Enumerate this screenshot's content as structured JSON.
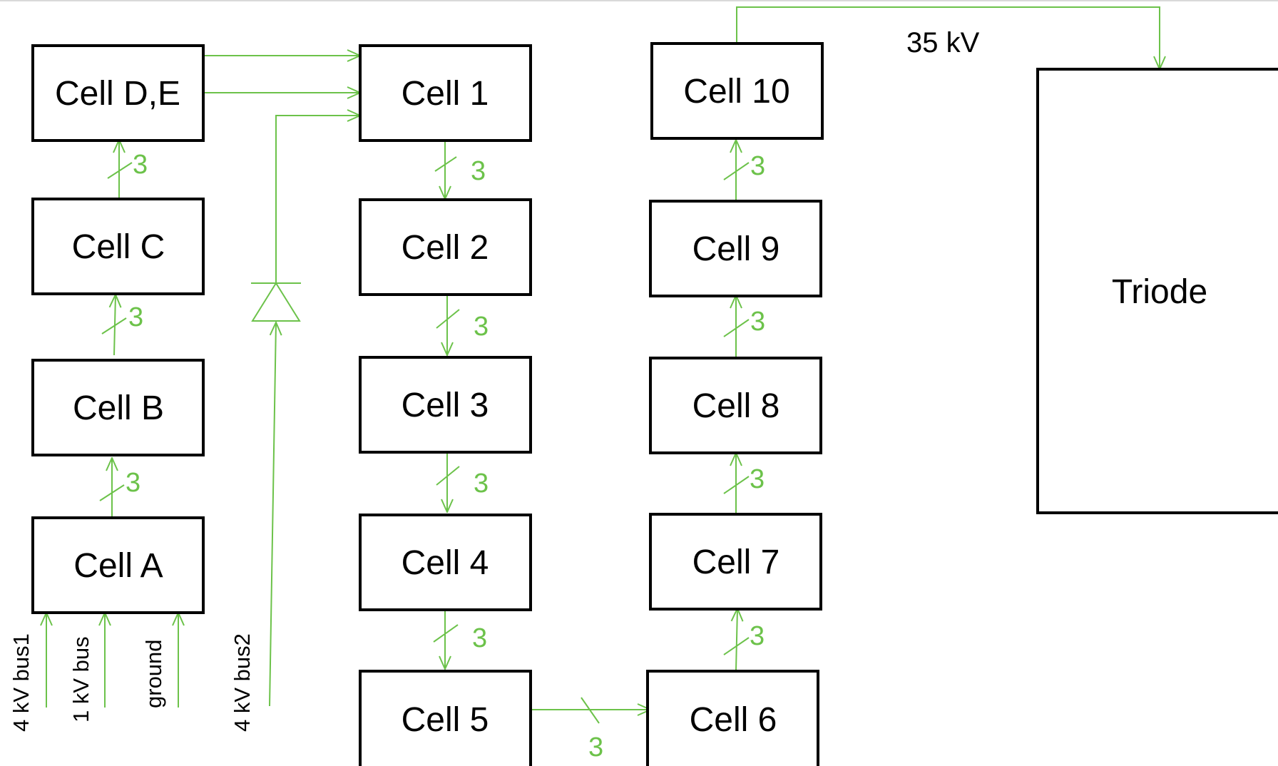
{
  "colors": {
    "wire": "#6cc24a",
    "box_border": "#000000",
    "text": "#000000",
    "top_rule": "#d9d9d9"
  },
  "cells": {
    "de": "Cell D,E",
    "c": "Cell C",
    "b": "Cell B",
    "a": "Cell A",
    "c1": "Cell 1",
    "c2": "Cell 2",
    "c3": "Cell 3",
    "c4": "Cell 4",
    "c5": "Cell 5",
    "c6": "Cell 6",
    "c7": "Cell 7",
    "c8": "Cell 8",
    "c9": "Cell 9",
    "c10": "Cell 10",
    "triode": "Triode"
  },
  "labels": {
    "hv": "35 kV",
    "bus_4kv_1": "4 kV bus1",
    "bus_1kv": "1 kV bus",
    "ground": "ground",
    "bus_4kv_2": "4 kV bus2"
  },
  "bus_width": "3",
  "icons": {
    "diode": "diode-symbol",
    "arrow": "arrowhead",
    "slash": "bus-slash"
  }
}
